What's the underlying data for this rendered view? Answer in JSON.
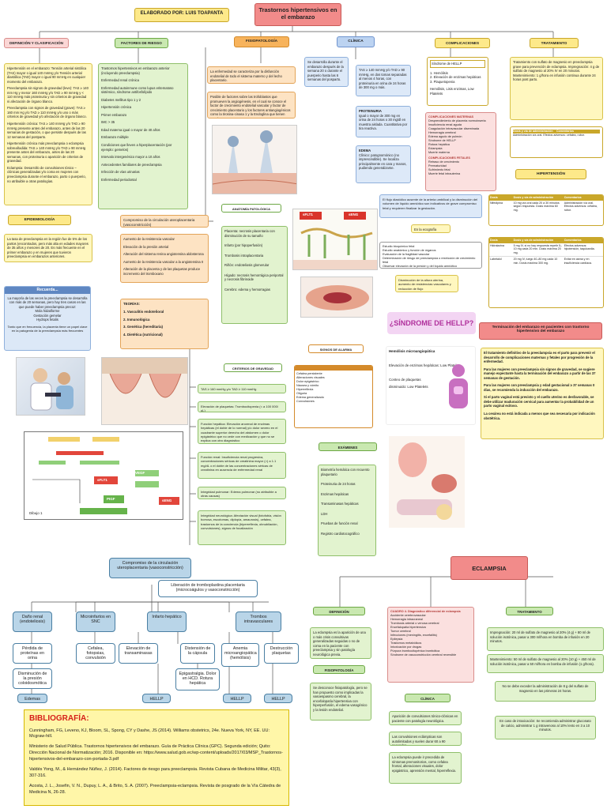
{
  "author_label": "ELABORADO POR: LUIS TOAPANTA",
  "main_title": "Trastornos hipertensivos en el embarazo",
  "headers": {
    "definicion": "DEFINICIÓN Y CLASIFICACIÓN",
    "factores": "FACTORES DE RIESGO",
    "fisiopatologia": "FISIOPATOLOGÍA",
    "clinica": "CLÍNICA",
    "complicaciones": "COMPLICACIONES",
    "tratamiento": "TRATAMIENTO",
    "epidemiologia": "EPIDEMIOLOGÍA",
    "hipertension": "HIPERTENSIÓN",
    "examenes": "EXÁMENES",
    "eclampsia": "ECLAMPSIA",
    "ecl_definicion": "DEFINICIÓN",
    "ecl_fisiopatologia": "FISIOPATOLOGÍA",
    "ecl_clinica": "CLÍNICA",
    "ecl_tratamiento": "TRATAMIENTO",
    "anatomia": "ANATOMÍA PATOLÓGICA",
    "signos_alarma": "SIGNOS DE ALARMA",
    "criterios": "CRITERIOS DE GRAVEDAD",
    "hellp_title": "SÍNDROME DE HELLP",
    "terminacion": "Terminación del embarazo en pacientes con trastorno hipertensivo del embarazo"
  },
  "definicion_text": [
    "Hipertensión en el embarazo: Tensión arterial sistólica (TAS) mayor o igual 140 mmHg y/o Tensión arterial diastólica (TAD) mayor o igual 90 mmHg en cualquier momento del embarazo.",
    "Preeclampsia sin signos de gravedad (leve): TAS ≥ 140 mm Hg y menor 160 mmHg y/o TAD ≥ 90 mmHg y < 110 mmHg más proteinuria y sin criterios de gravedad ni afectación de órgano blanco.",
    "Preeclampsia con signos de gravedad (grave): TAS ≥ 160 mm Hg y/o TAD ≥ 110 mmHg y/o uno o más criterios de gravedad y/o afectación de órgano blanco.",
    "Hipertensión crónica: TAS ≥ 140 mmHg y/o TAD ≥ 90 mmHg presente antes del embarazo, antes de las 20 semanas de gestación, o que persiste después de las 12 semanas del postparto.",
    "Hipertensión crónica más preeclampsia o eclampsia sobreañadida: TAS ≥ 140 mmHg y/o TAD ≥ 90 mmHg presente antes del embarazo, antes de las 20 semanas, con proteinuria o aparición de criterios de gravedad.",
    "Eclampsia: Desarrollo de convulsiones tónico – clónicas generalizadas y/o coma en mujeres con preeclampsia durante el embarazo, parto o puerperio, no atribuible a otras patologías."
  ],
  "factores_text": [
    "Trastornos hipertensivos en embarazo anterior (incluyendo preeclampsia)",
    "Enfermedad renal crónica",
    "Enfermedad autoinmune como lupus eritematoso sistémico, síndrome antifosfolípido",
    "Diabetes mellitus tipo 1 y 2",
    "Hipertensión crónica",
    "Primer embarazo",
    "IMC > 35",
    "Edad materna igual o mayor de 40 años",
    "Embarazo múltiple",
    "Condiciones que lleven a hiperplacentación (por ejemplo: gemelos)",
    "Intervalo intergenésico mayor a 10 años",
    "Antecedentes familiares de preeclampsia",
    "Infección de vías urinarias",
    "Enfermedad periodontal"
  ],
  "epidemiologia_text": "La tasa de preeclampsia en la región fue de 5% de los partos (encontrados, pero más alta en edades mayores de 35 años y menores de 20. Es más frecuente en el primer embarazo y en mujeres que tuvieron preeclampsia en embarazos anteriores.",
  "recuerda": {
    "title": "Recuerda...",
    "text": "La mayoría de las veces la preeclampsia se desarrolla con más de 20 semanas, pero hay tres casos en las que puede haber preeclampsia precoz:",
    "items": [
      "Mola hidatiforme",
      "Gestación gemelar",
      "Hydrops fetalis"
    ],
    "footer": "Tanto que en frecuencia, la placenta tiene un papel clave en la patogenia de la preeclampsia más frecuentes"
  },
  "fisio_text1": "La enfermedad se caracteriza por la disfunción endotelial de todo el sistema materno y del lecho placentario.",
  "fisio_text2": "Posible de factores sobre las trofoblastos que promueven la angiogénesis, en el cual se conoce el factor de crecimiento endotelial vascular y factor de crecimiento placentario y los factores antiangiogénicos como la tirosina-cinasa 1 y la Endoglina que tienen papel",
  "clinica_text1": "Se desarrolla durante el embarazo después de la semana 20 o durante el puerperio hasta las 6 semanas del posparto.",
  "clinica_text2": "TAS ≥ 140 mmHg y/o TAD ≥ 90 mmHg, en dos tomas separadas al menos 4 horas, con proteinuria en orina de 24 horas de 300 mg o más.",
  "clinica_proteinuria": {
    "title": "PROTEINURIA",
    "text": "Igual o mayor de 300 mg en orina de 24 horas o 30 mg/dl en muestra aislada. Cuantitativa por tira reactiva."
  },
  "clinica_edema": {
    "title": "EDEMA",
    "text": "Clínico: patognomónico (no imprescindible). Se localiza principalmente en cara y manos, pudiendo generalizarse."
  },
  "hellp_box": {
    "title": "Síndrome de HELLP",
    "items": [
      "1. Hemólisis",
      "2. Elevación de enzimas hepáticas",
      "3. Plaquetopenia"
    ],
    "footer": "Hemólisis, Lisis enzimas, Low Platelets"
  },
  "complicaciones_list_title": "COMPLICACIONES MATERNAS",
  "complicaciones_list": [
    "Desprendimiento de placenta normoinserta",
    "Insuficiencia renal aguda",
    "Coagulación intravascular diseminada",
    "Hemorragia cerebral",
    "Edema agudo de pulmón",
    "Síndrome de HELLP",
    "Rotura hepática",
    "Eclampsia",
    "Muerte materna"
  ],
  "complicaciones_fetales_title": "COMPLICACIONES FETALES",
  "complicaciones_fetales": [
    "Retraso de crecimiento",
    "Prematuridad",
    "Sufrimiento fetal",
    "Muerte fetal intrauterina"
  ],
  "tratamiento_text": "Tratamiento con sulfato de magnesio en preeclampsia grave para prevención de eclampsia. Impregnación: 4 g de sulfato de magnesio al 20% IV en 20 minutos. Mantenimiento: 1 g/hora en infusión continua durante 24 horas post parto.",
  "table_headers": [
    "Dosis",
    "Dosis y vía de administración",
    "Comentarios"
  ],
  "tratamiento_table": [
    {
      "drug": "Nifedipina",
      "dose": "10 mg vía oral cada 20 a 30 minutos según respuesta. Dosis máxima 60 mg.",
      "comment": "Administración vía oral. Efectos adversos: cefalea, rubor."
    },
    {
      "drug": "Hidralazina",
      "dose": "5 mg IV, si no hay respuesta repetir 5–10 mg cada 20 min. Dosis máxima 20 mg.",
      "comment": "Efectos adversos: hipotensión, taquicardia."
    },
    {
      "drug": "Labetalol",
      "dose": "20 mg IV, luego 40–80 mg cada 10 min. Dosis máxima 300 mg.",
      "comment": "Evitar en asma y en insuficiencia cardiaca."
    }
  ],
  "terminacion_text": [
    "El tratamiento definitivo de la preeclampsia es el parto para prevenir el desarrollo de complicaciones maternas y fetales por progresión de la enfermedad.",
    "Para las mujeres con preeclampsia sin signos de gravedad, se sugiere manejo expectante hasta la terminación del embarazo a partir de las 37 semanas de gestación.",
    "Para las mujeres con preeclampsia y edad gestacional ≥ 37 semanas 0 días, se recomienda la inducción del embarazo.",
    "Si el parto vaginal está previsto y el cuello uterino es desfavorable, se debe utilizar maduración cervical para aumentar la probabilidad de un parto vaginal exitoso.",
    "La cesárea no está indicada a menos que sea necesaria por indicación obstétrica."
  ],
  "hellp_side": [
    "Hemólisis microangiopática",
    "Elevación de enzimas hepáticas: Low Platelets",
    "Conteo de plaquetas",
    "disminuido: Low Platelets"
  ],
  "anatomia_items": [
    "Placenta: necrosis placentaria con disminución de su tamaño",
    "Infarto (por hipoperfusión)",
    "Trombosis intraplacentaria",
    "Riñón: endoteliosis glomerular",
    "Hígado: necrosis hemorrágica periportal y necrosis fibrinoide",
    "Cerebro: edema y hemorragias"
  ],
  "compromiso": {
    "title": "Compromiso de la circulación uteroplacentaria (vasoconstricción)",
    "items": [
      "Aumento de la resistencia vascular",
      "Elevación de la presión arterial",
      "Alteración del sistema renina angiotensina aldosterona",
      "Aumento de la resistencia vascular a la angiotensina II",
      "Alteración de la placenta y de las plaquetas produce incremento del tromboxano"
    ]
  },
  "teorias": {
    "title": "TEORÍAS:",
    "items": [
      "1. Vasculitis endotelioral",
      "2. Inmunológica",
      "3. Genética (hereditaria)",
      "4. Dietética (nutricional)"
    ]
  },
  "criterios_items": [
    "TAS ≥ 160 mmHg y/o TAD ≥ 110 mmHg",
    "Elevación de plaquetas: Trombocitopenia (< a 100 000/ uL)",
    "Función hepática: Elevación anormal de enzimas hepáticas (el doble de lo normal) y/o dolor severo en el cuadrante superior derecho del abdomen o dolor epigástrico que no cede con medicación y que no se explica con otro diagnóstico",
    "Función renal: Insuficiencia renal progresiva, concentraciones séricas de creatinina mayor (>) a 1.1 mg/dL o el doble de las concentraciones séricas de creatinina en ausencia de enfermedad renal",
    "Integridad pulmonar: Edema pulmonar (no atribuible a otras causas)",
    "Integridad neurológica: Afectación visual (fotofobia, visión borrosa, escotomas, diplopía, amaurosis), cefalea, trastornos de la conciencia (hiperreflexia, obnubilación, convulsiones), signos de focalización"
  ],
  "signos_alarma_items": [
    "Cefalea persistente",
    "Alteraciones visuales",
    "Dolor epigástrico",
    "Náusea y vómito",
    "Hiperreflexia",
    "Oliguria",
    "Edema generalizado",
    "Convulsiones"
  ],
  "examenes_items": [
    "Biometría hemática con recuento plaquetario",
    "Proteinuria de 24 horas",
    "Enzimas hepáticas",
    "Transaminasas hepáticas",
    "LDH",
    "Pruebas de función renal",
    "Registro cardiotocográfico"
  ],
  "mid_notes": [
    "Estudio bioquímico fetal",
    "Estudio anatómico y función de órganos",
    "Evaluación de la fragilidad vascular",
    "Determinación de riesgo de preeclampsia o restricción de crecimiento fetal",
    "Observar elevación de la presión y del líquido amniótico"
  ],
  "mid_note2": "Disminución de la altura uterina, aumento de resistencias vasculares y reducción de flujo",
  "en_ecografia": "En la ecografía",
  "clinica_oligo": "El flujo diastólico ausente de la arteria umbilical y la disminución del volumen de líquido amniótico son indicativos de grave compromiso fetal y requieren finalizar la gestación.",
  "flow": {
    "top": "Compromiso de la circulación uteroplacentaria (vasoconstricción)",
    "second": "Liberación de tromboplastina placentaria (microcoágulos y vasoconstricción)",
    "l1": [
      "Daño renal (endoteliosis)",
      "Microinfartos en SNC",
      "Infarto hepático",
      "Trombos intravasculares"
    ],
    "l2": [
      "Pérdida de proteínas en orina",
      "Cefalea, fotopsias, convulsión",
      "Elevación de transaminasas",
      "Distensión de la cápsula",
      "Anemia microangiopática (hemólisis)",
      "Destrucción plaquetas"
    ],
    "l3": [
      "Disminución de la presión coloidosmótica",
      "Epigastralgia. Dolor en HCD. Rotura hepática"
    ],
    "l4": [
      "Edemas",
      "HELLP",
      "HELLP",
      "HELLP"
    ]
  },
  "ecl_def_text": "La eclampsia es la aparición de una o más crisis convulsivas generalizadas seguidas o no de coma en la paciente con preeclampsia y sin patología neurológica previa.",
  "ecl_fisio_text": "Se desconoce fisiopatología, pero se han propuesto como implicadas la vasoespasmo cerebral, la encefalopatía hipertensiva con hiperperfusión, el edema vasogénico y la lesión endotelial.",
  "ecl_diag_title": "CUADRO 4. Diagnóstico diferencial de eclampsia",
  "ecl_diag_items": [
    "Accidente cerebrovascular",
    "Hemorragia intracraneal",
    "Trombosis arterial o venosa cerebral",
    "Encefalopatía hipertensiva",
    "Tumor cerebral",
    "Infecciones (meningitis, encefalitis)",
    "Epilepsia",
    "Trastornos metabólicos",
    "Intoxicación por drogas",
    "Púrpura trombocitopénica trombótica",
    "Síndrome de vasoconstricción cerebral reversible"
  ],
  "ecl_clinica_text1": "Aparición de convulsiones tónico-clónicas en paciente con patología neurológica.",
  "ecl_clinica_text2": "Las convulsiones eclámpticas son autolimitadas y suelen durar 60 a 90 segundos.",
  "ecl_clinica_text3": "La eclampsia puede ir precedida de síntomas premonitorios, como cefalea frontal, alteraciones visuales, dolor epigástrico, aprensión mental, hiperreflexia.",
  "ecl_trat_text1": "Impregnación: 20 ml de sulfato de magnesio al 20% (4 g) + 80 ml de solución isotónica, pasar a 300 ml/hora en bomba de infusión en 20 minutos.",
  "ecl_trat_text2": "Mantenimiento: 50 ml de sulfato de magnesio al 20% (10 g) + 450 ml de solución isotónica, pasar a 50 ml/hora en bomba de infusión (1 g/hora).",
  "ecl_trat_text3": "No se debe exceder la administración de 8 g del sulfato de magnesio en las primeras 24 horas.",
  "ecl_trat_text4": "En caso de intoxicación: Se recomienda administrar gluconato de calcio, administrar 1 g intravenoso al 10% lento en 3 a 10 minutos.",
  "diagram_label": "Dibujo 1",
  "labels_small": {
    "sflt1": "sFLT1",
    "sdng": "sENG",
    "vegf": "VEGF",
    "pigf": "PIGF"
  },
  "hellp_q": "¿SÍNDROME DE HELLP?",
  "bibliografia": {
    "title": "BIBLIOGRAFÍA:",
    "items": [
      "Cunningham, FG, Leveno, KJ, Bloom, SL, Spong, CY y Dashe, JS (2014). Williams obstetrics, 24e. Nueva York, NY, EE. UU: Mcgraw-hill.",
      "Ministerio de Salud Pública. Trastornos hipertensivos del embarazo. Guía de Práctica Clínica (GPC). Segunda edición; Quito: Dirección Nacional de Normatización; 2016. Disponible en: https://www.salud.gob.ec/wp-content/uploads/2017/03/MSP_Trastornos-hipertensivos-del-embarazo-con-portada-3.pdf",
      "Valdés Yong, M., & Hernández Núñez, J. (2014). Factores de riesgo para preeclampsia. Revista Cubana de Medicina Militar, 43(3), 307-316.",
      "Acosta, J. L., Josefin, V. N., Dupuy, L. A., & Brito, S. A. (2007). Preeclampsia-eclampsia. Revista de posgrado de la Vía Cátedra de Medicina N, 26-28."
    ]
  }
}
